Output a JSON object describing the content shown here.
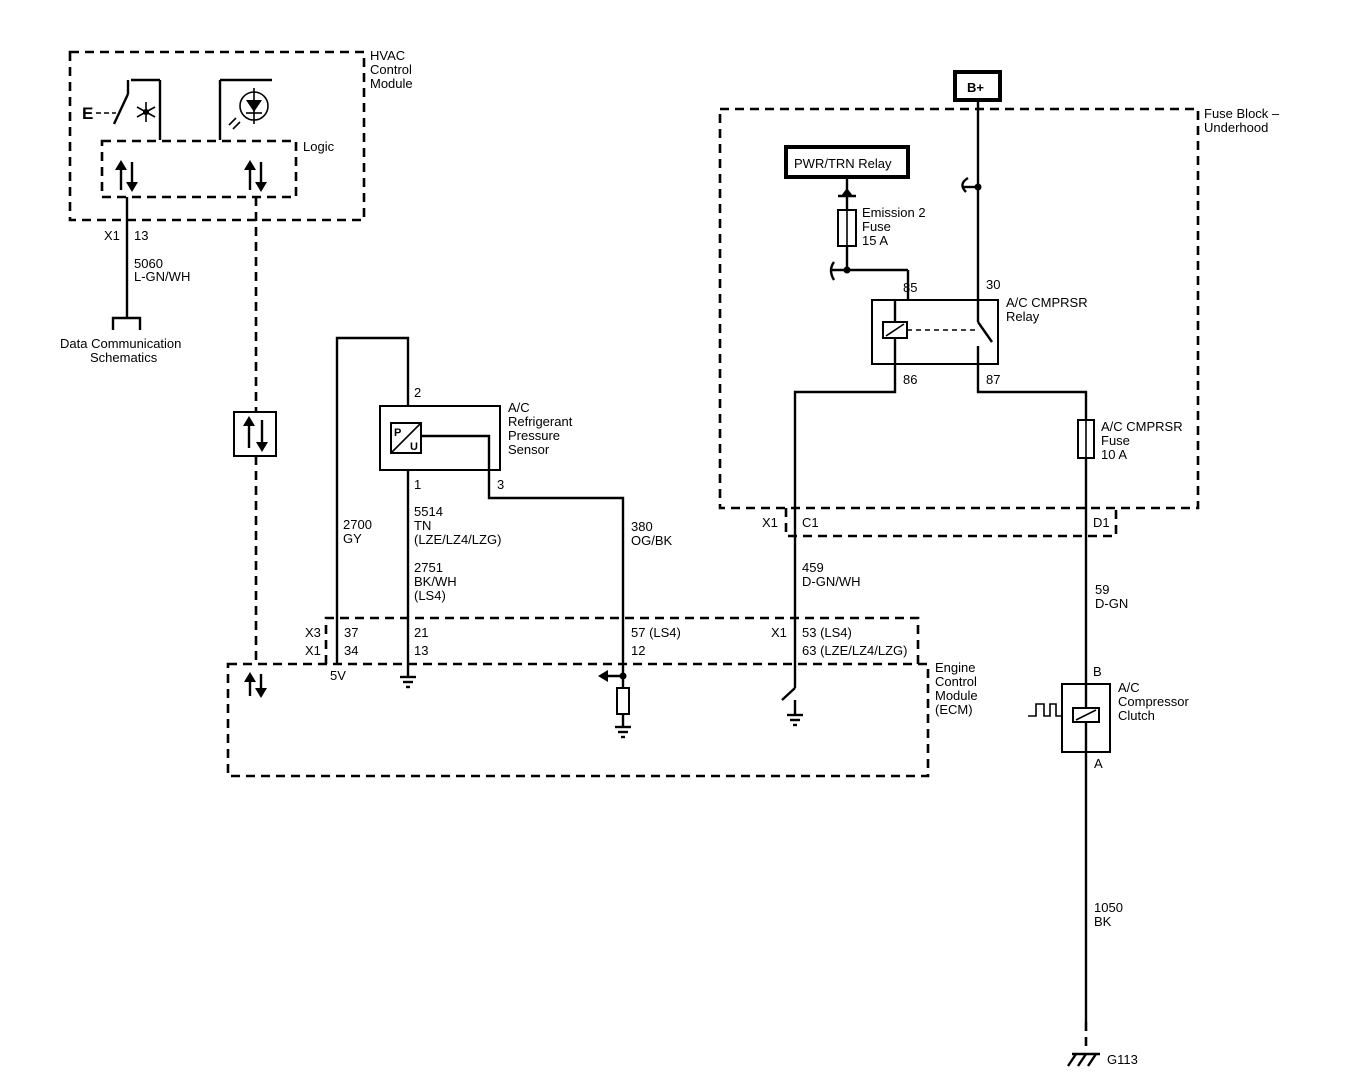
{
  "hvac": {
    "title_lines": [
      "HVAC",
      "Control",
      "Module"
    ],
    "logic_label": "Logic",
    "e_label": "E",
    "connector": "X1",
    "pin": "13",
    "circuit_number": "5060",
    "circuit_color": "L-GN/WH",
    "data_comm_lines": [
      "Data Communication",
      "Schematics"
    ]
  },
  "battery": {
    "label": "B+"
  },
  "fuse_block": {
    "title_lines": [
      "Fuse Block –",
      "Underhood"
    ]
  },
  "pwr_relay": {
    "label": "PWR/TRN Relay"
  },
  "emission_fuse": {
    "lines": [
      "Emission 2",
      "Fuse",
      "15 A"
    ]
  },
  "ac_relay": {
    "lines": [
      "A/C CMPRSR",
      "Relay"
    ],
    "pins": {
      "p85": "85",
      "p30": "30",
      "p86": "86",
      "p87": "87"
    }
  },
  "ac_fuse": {
    "lines": [
      "A/C CMPRSR",
      "Fuse",
      "10 A"
    ]
  },
  "fuse_block_connector": {
    "x1": "X1",
    "c1": "C1",
    "d1": "D1"
  },
  "sensor": {
    "lines": [
      "A/C",
      "Refrigerant",
      "Pressure",
      "Sensor"
    ],
    "pin2": "2",
    "pin1": "1",
    "pin3": "3",
    "p_letter": "P",
    "u_letter": "U"
  },
  "wires": {
    "w2700": {
      "number": "2700",
      "color": "GY"
    },
    "w5514": {
      "number": "5514",
      "color": "TN",
      "variant": "(LZE/LZ4/LZG)"
    },
    "w2751": {
      "number": "2751",
      "color": "BK/WH",
      "variant": "(LS4)"
    },
    "w380": {
      "number": "380",
      "color": "OG/BK"
    },
    "w459": {
      "number": "459",
      "color": "D-GN/WH"
    },
    "w59": {
      "number": "59",
      "color": "D-GN"
    },
    "w1050": {
      "number": "1050",
      "color": "BK"
    }
  },
  "ecm_connector": {
    "x3": "X3",
    "x1": "X1",
    "x1_right": "X1",
    "p37": "37",
    "p34": "34",
    "p21": "21",
    "p13": "13",
    "p57": "57 (LS4)",
    "p12": "12",
    "p53": "53 (LS4)",
    "p63": "63 (LZE/LZ4/LZG)"
  },
  "ecm": {
    "lines": [
      "Engine",
      "Control",
      "Module",
      "(ECM)"
    ],
    "v5": "5V"
  },
  "clutch": {
    "lines": [
      "A/C",
      "Compressor",
      "Clutch"
    ],
    "pin_b": "B",
    "pin_a": "A"
  },
  "ground": {
    "label": "G113"
  },
  "icons": [
    "switch-icon",
    "snowflake-icon",
    "led-icon",
    "bidirectional-arrow-icon",
    "ground-icon",
    "relay-coil-icon",
    "fuse-icon",
    "pressure-sensor-icon",
    "pull-up-resistor-icon",
    "clutch-coil-icon",
    "pwm-signal-icon"
  ]
}
